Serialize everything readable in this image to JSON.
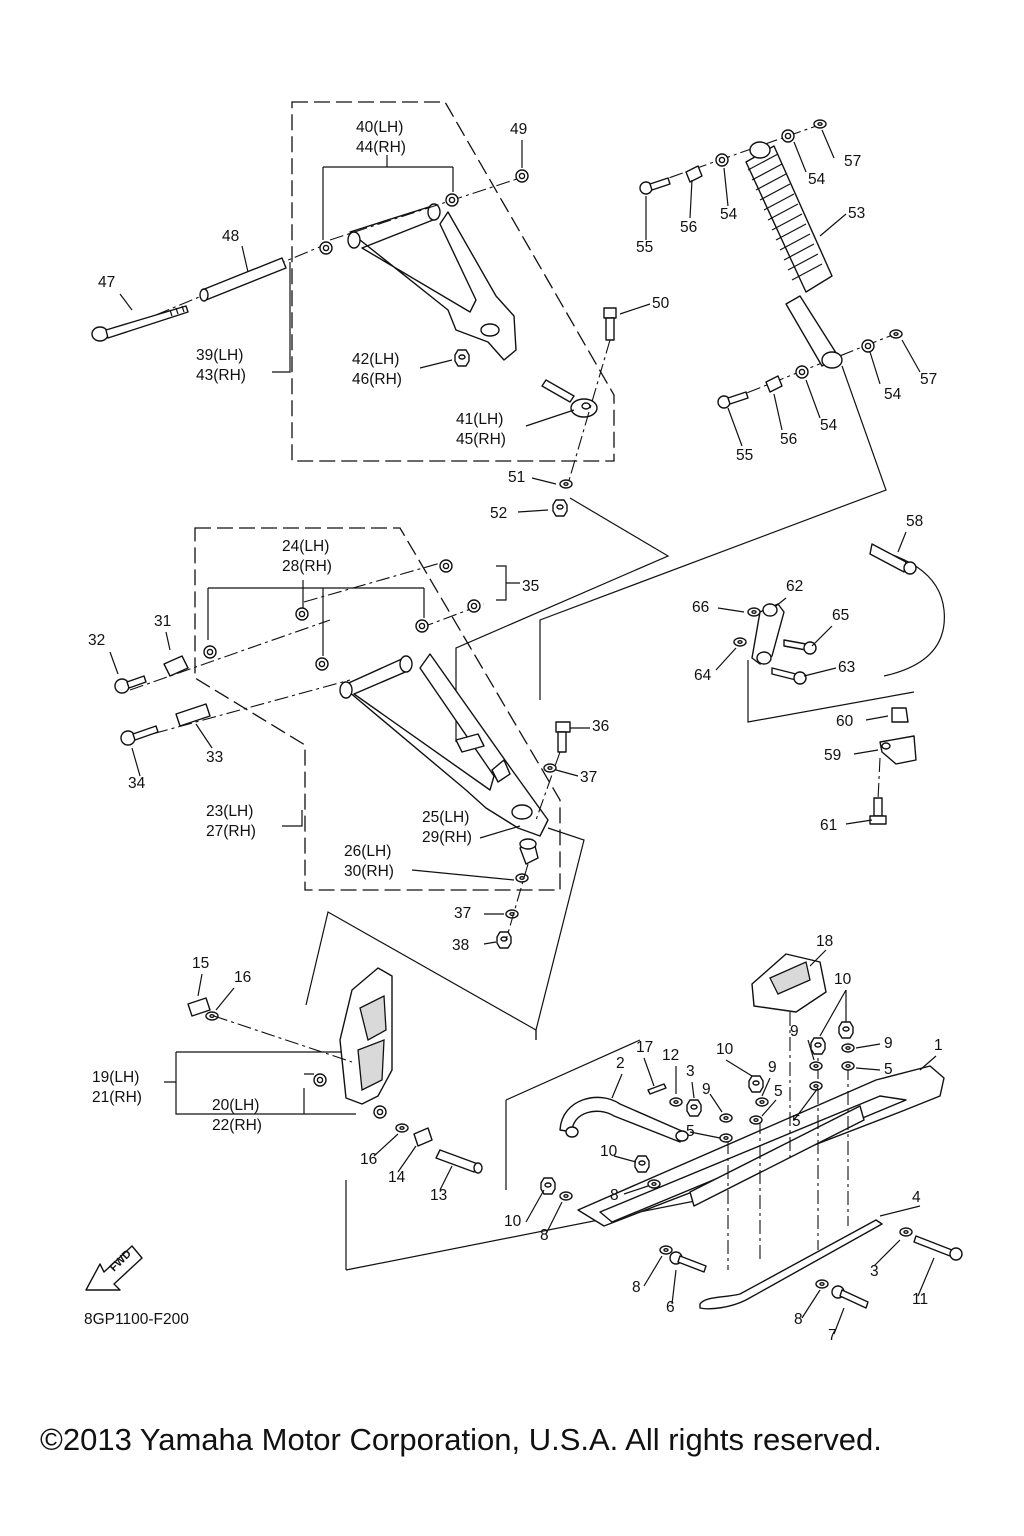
{
  "diagram_code": "8GP1100-F200",
  "copyright": "©2013 Yamaha Motor Corporation, U.S.A. All rights reserved.",
  "fwd_label": "FWD",
  "icons": {
    "fwd_arrow": "fwd-arrow-icon"
  },
  "callouts": [
    {
      "id": "40lh",
      "text": "40(LH)"
    },
    {
      "id": "44rh",
      "text": "44(RH)"
    },
    {
      "id": "49",
      "text": "49"
    },
    {
      "id": "48",
      "text": "48"
    },
    {
      "id": "47",
      "text": "47"
    },
    {
      "id": "39lh",
      "text": "39(LH)"
    },
    {
      "id": "43rh",
      "text": "43(RH)"
    },
    {
      "id": "42lh",
      "text": "42(LH)"
    },
    {
      "id": "46rh",
      "text": "46(RH)"
    },
    {
      "id": "50",
      "text": "50"
    },
    {
      "id": "41lh",
      "text": "41(LH)"
    },
    {
      "id": "45rh",
      "text": "45(RH)"
    },
    {
      "id": "51",
      "text": "51"
    },
    {
      "id": "52",
      "text": "52"
    },
    {
      "id": "57a",
      "text": "57"
    },
    {
      "id": "54a",
      "text": "54"
    },
    {
      "id": "54b",
      "text": "54"
    },
    {
      "id": "56a",
      "text": "56"
    },
    {
      "id": "55a",
      "text": "55"
    },
    {
      "id": "53",
      "text": "53"
    },
    {
      "id": "54c",
      "text": "54"
    },
    {
      "id": "57b",
      "text": "57"
    },
    {
      "id": "54d",
      "text": "54"
    },
    {
      "id": "56b",
      "text": "56"
    },
    {
      "id": "55b",
      "text": "55"
    },
    {
      "id": "58",
      "text": "58"
    },
    {
      "id": "24lh",
      "text": "24(LH)"
    },
    {
      "id": "28rh",
      "text": "28(RH)"
    },
    {
      "id": "35",
      "text": "35"
    },
    {
      "id": "66",
      "text": "66"
    },
    {
      "id": "62",
      "text": "62"
    },
    {
      "id": "65",
      "text": "65"
    },
    {
      "id": "64",
      "text": "64"
    },
    {
      "id": "63",
      "text": "63"
    },
    {
      "id": "31",
      "text": "31"
    },
    {
      "id": "32",
      "text": "32"
    },
    {
      "id": "60",
      "text": "60"
    },
    {
      "id": "59",
      "text": "59"
    },
    {
      "id": "61",
      "text": "61"
    },
    {
      "id": "36",
      "text": "36"
    },
    {
      "id": "37a",
      "text": "37"
    },
    {
      "id": "33",
      "text": "33"
    },
    {
      "id": "34",
      "text": "34"
    },
    {
      "id": "23lh",
      "text": "23(LH)"
    },
    {
      "id": "27rh",
      "text": "27(RH)"
    },
    {
      "id": "25lh",
      "text": "25(LH)"
    },
    {
      "id": "29rh",
      "text": "29(RH)"
    },
    {
      "id": "26lh",
      "text": "26(LH)"
    },
    {
      "id": "30rh",
      "text": "30(RH)"
    },
    {
      "id": "37b",
      "text": "37"
    },
    {
      "id": "38",
      "text": "38"
    },
    {
      "id": "15",
      "text": "15"
    },
    {
      "id": "16a",
      "text": "16"
    },
    {
      "id": "18",
      "text": "18"
    },
    {
      "id": "10a",
      "text": "10"
    },
    {
      "id": "9a",
      "text": "9"
    },
    {
      "id": "9b",
      "text": "9"
    },
    {
      "id": "1",
      "text": "1"
    },
    {
      "id": "17",
      "text": "17"
    },
    {
      "id": "12",
      "text": "12"
    },
    {
      "id": "10b",
      "text": "10"
    },
    {
      "id": "2",
      "text": "2"
    },
    {
      "id": "3a",
      "text": "3"
    },
    {
      "id": "9c",
      "text": "9"
    },
    {
      "id": "5a",
      "text": "5"
    },
    {
      "id": "5b",
      "text": "5"
    },
    {
      "id": "5c",
      "text": "5"
    },
    {
      "id": "5d",
      "text": "5"
    },
    {
      "id": "9d",
      "text": "9"
    },
    {
      "id": "19lh",
      "text": "19(LH)"
    },
    {
      "id": "21rh",
      "text": "21(RH)"
    },
    {
      "id": "20lh",
      "text": "20(LH)"
    },
    {
      "id": "22rh",
      "text": "22(RH)"
    },
    {
      "id": "10c",
      "text": "10"
    },
    {
      "id": "8a",
      "text": "8"
    },
    {
      "id": "16b",
      "text": "16"
    },
    {
      "id": "14",
      "text": "14"
    },
    {
      "id": "13",
      "text": "13"
    },
    {
      "id": "10d",
      "text": "10"
    },
    {
      "id": "8b",
      "text": "8"
    },
    {
      "id": "4",
      "text": "4"
    },
    {
      "id": "3b",
      "text": "3"
    },
    {
      "id": "8c",
      "text": "8"
    },
    {
      "id": "6",
      "text": "6"
    },
    {
      "id": "11",
      "text": "11"
    },
    {
      "id": "8d",
      "text": "8"
    },
    {
      "id": "7",
      "text": "7"
    }
  ]
}
